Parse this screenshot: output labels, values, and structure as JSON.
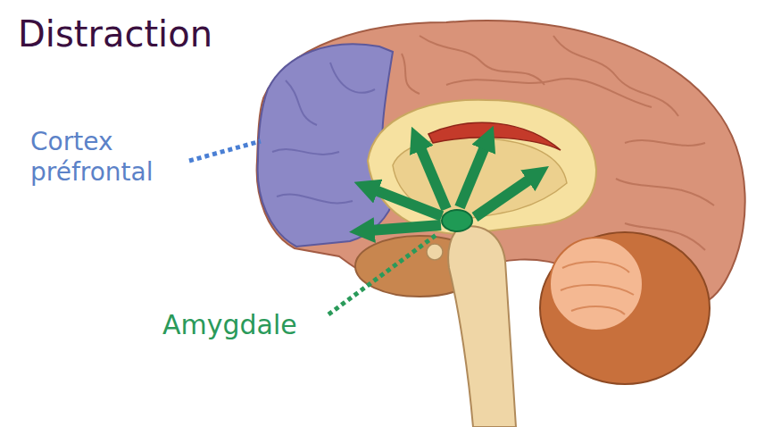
{
  "diagram": {
    "title": "Distraction",
    "labels": [
      "Cortex préfrontal",
      "Amygdale"
    ]
  }
}
